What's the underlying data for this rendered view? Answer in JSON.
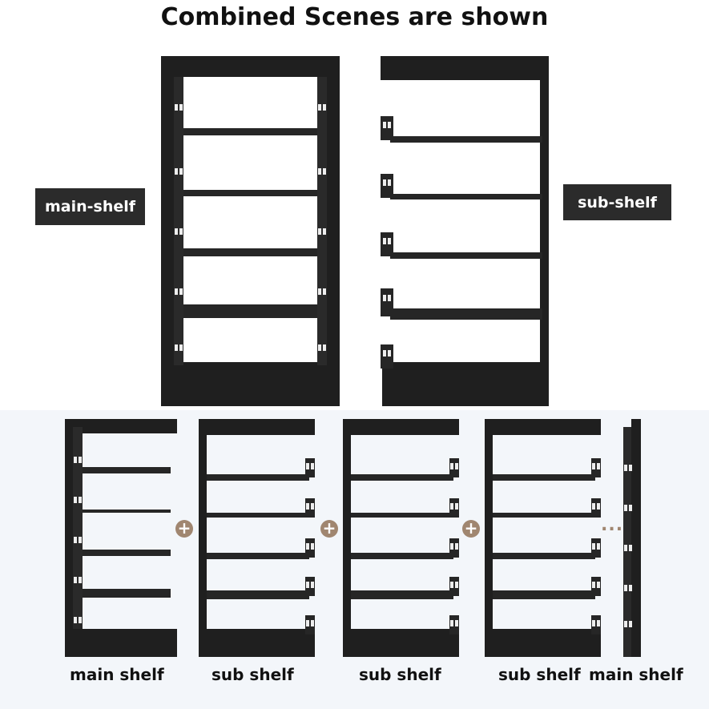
{
  "title": "Combined Scenes are shown",
  "labels": {
    "main_tag": "main-shelf",
    "sub_tag": "sub-shelf"
  },
  "captions": [
    "main shelf",
    "sub shelf",
    "sub shelf",
    "sub shelf",
    "main shelf"
  ],
  "connectors": {
    "plus": "+",
    "ellipsis": "..."
  },
  "colors": {
    "shelf": "#1f1f1f",
    "accent": "#a08670",
    "tag_bg": "#2b2b2b"
  }
}
